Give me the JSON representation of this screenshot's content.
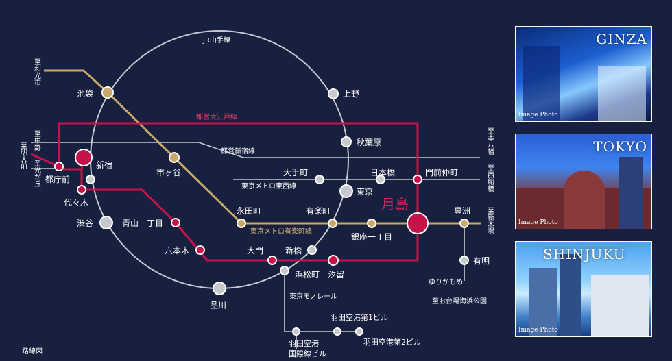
{
  "map": {
    "footer_label": "路線図",
    "colors": {
      "background": "#17203f",
      "jr_yamanote": "#c8c8d0",
      "toei_oedo": "#c8124a",
      "yurakucho": "#c9a86a",
      "other_lines": "#c8c8d0",
      "highlight_station": "#c8124a"
    },
    "lines": {
      "jr_yamanote": "JR山手線",
      "toei_oedo": "都営大江戸線",
      "toei_shinjuku": "都営新宿線",
      "tozai": "東京メトロ東西線",
      "yurakucho": "東京メトロ有楽町線",
      "monorail": "東京モノレール",
      "yurikamome": "ゆりかもめ"
    },
    "stations": {
      "ikebukuro": "池袋",
      "ueno": "上野",
      "akihabara": "秋葉原",
      "shinjuku": "新宿",
      "tochomae": "都庁前",
      "yoyogi": "代々木",
      "ichigaya": "市ヶ谷",
      "otemachi": "大手町",
      "nihonbashi": "日本橋",
      "monzennakacho": "門前仲町",
      "tokyo": "東京",
      "shibuya": "渋谷",
      "aoyama_itchome": "青山一丁目",
      "nagatacho": "永田町",
      "yurakucho": "有楽町",
      "tsukishima": "月島",
      "toyosu": "豊洲",
      "ginza_itchome": "銀座一丁目",
      "roppongi": "六本木",
      "daimon": "大門",
      "shimbashi": "新橋",
      "hamamatsucho": "浜松町",
      "shiodome": "汐留",
      "ariake": "有明",
      "shinagawa": "品川",
      "haneda_t1": "羽田空港第1ビル",
      "haneda_t2": "羽田空港第2ビル",
      "haneda_intl_1": "羽田空港",
      "haneda_intl_2": "国際線ビル"
    },
    "destinations": {
      "wakokoshi": "至和光市",
      "nakano": "至中野",
      "hikarigaoka": "至光が丘",
      "meidaimae": "至明大前",
      "motoyawata": "至本八幡",
      "nishifunabashi": "至西船橋",
      "shinkiba": "至新木場",
      "odaiba": "至お台場海浜公園"
    }
  },
  "photos": [
    {
      "city": "GINZA",
      "caption": "Image Photo"
    },
    {
      "city": "TOKYO",
      "caption": "Image Photo"
    },
    {
      "city": "SHINJUKU",
      "caption": "Image Photo"
    }
  ]
}
